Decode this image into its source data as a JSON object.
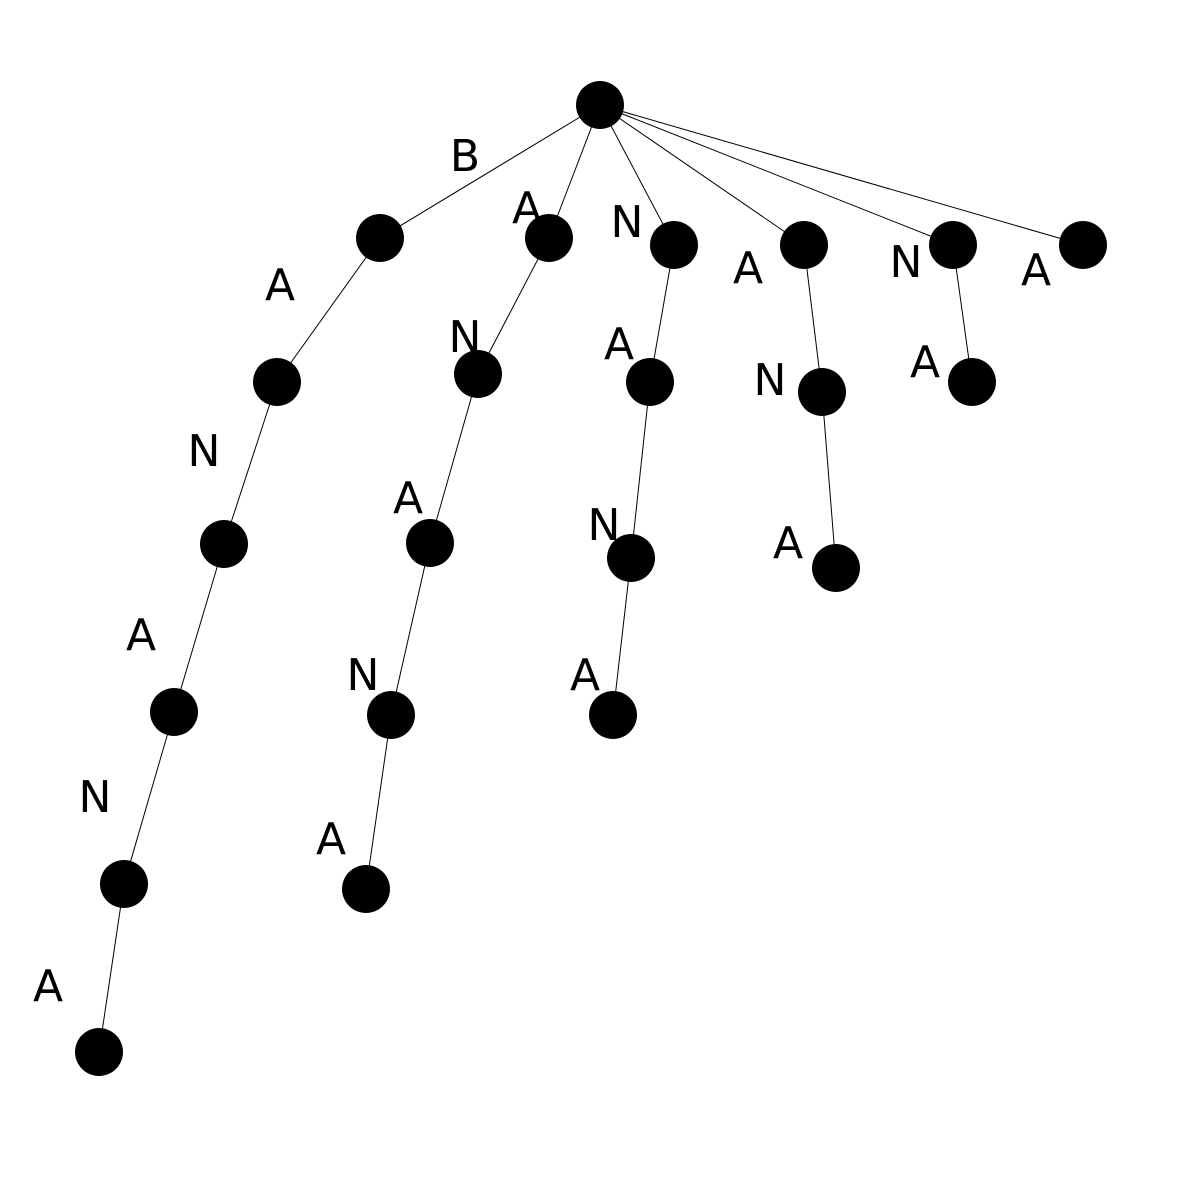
{
  "diagram": {
    "type": "suffix-trie",
    "root": "n0",
    "colors": {
      "node": "#000000",
      "edge": "#000000",
      "label": "#000000",
      "background": "#ffffff"
    },
    "edges": [
      {
        "from": "n0",
        "to": "a1",
        "label": "B"
      },
      {
        "from": "a1",
        "to": "a2",
        "label": "A"
      },
      {
        "from": "a2",
        "to": "a3",
        "label": "N"
      },
      {
        "from": "a3",
        "to": "a4",
        "label": "A"
      },
      {
        "from": "a4",
        "to": "a5",
        "label": "N"
      },
      {
        "from": "a5",
        "to": "a6",
        "label": "A"
      },
      {
        "from": "n0",
        "to": "b1",
        "label": "A"
      },
      {
        "from": "b1",
        "to": "b2",
        "label": "N"
      },
      {
        "from": "b2",
        "to": "b3",
        "label": "A"
      },
      {
        "from": "b3",
        "to": "b4",
        "label": "N"
      },
      {
        "from": "b4",
        "to": "b5",
        "label": "A"
      },
      {
        "from": "n0",
        "to": "c1",
        "label": "N"
      },
      {
        "from": "c1",
        "to": "c2",
        "label": "A"
      },
      {
        "from": "c2",
        "to": "c3",
        "label": "N"
      },
      {
        "from": "c3",
        "to": "c4",
        "label": "A"
      },
      {
        "from": "n0",
        "to": "d1",
        "label": "A"
      },
      {
        "from": "d1",
        "to": "d2",
        "label": "N"
      },
      {
        "from": "d2",
        "to": "d3",
        "label": "A"
      },
      {
        "from": "n0",
        "to": "e1",
        "label": "N"
      },
      {
        "from": "e1",
        "to": "e2",
        "label": "A"
      },
      {
        "from": "n0",
        "to": "f1",
        "label": "A"
      }
    ]
  }
}
